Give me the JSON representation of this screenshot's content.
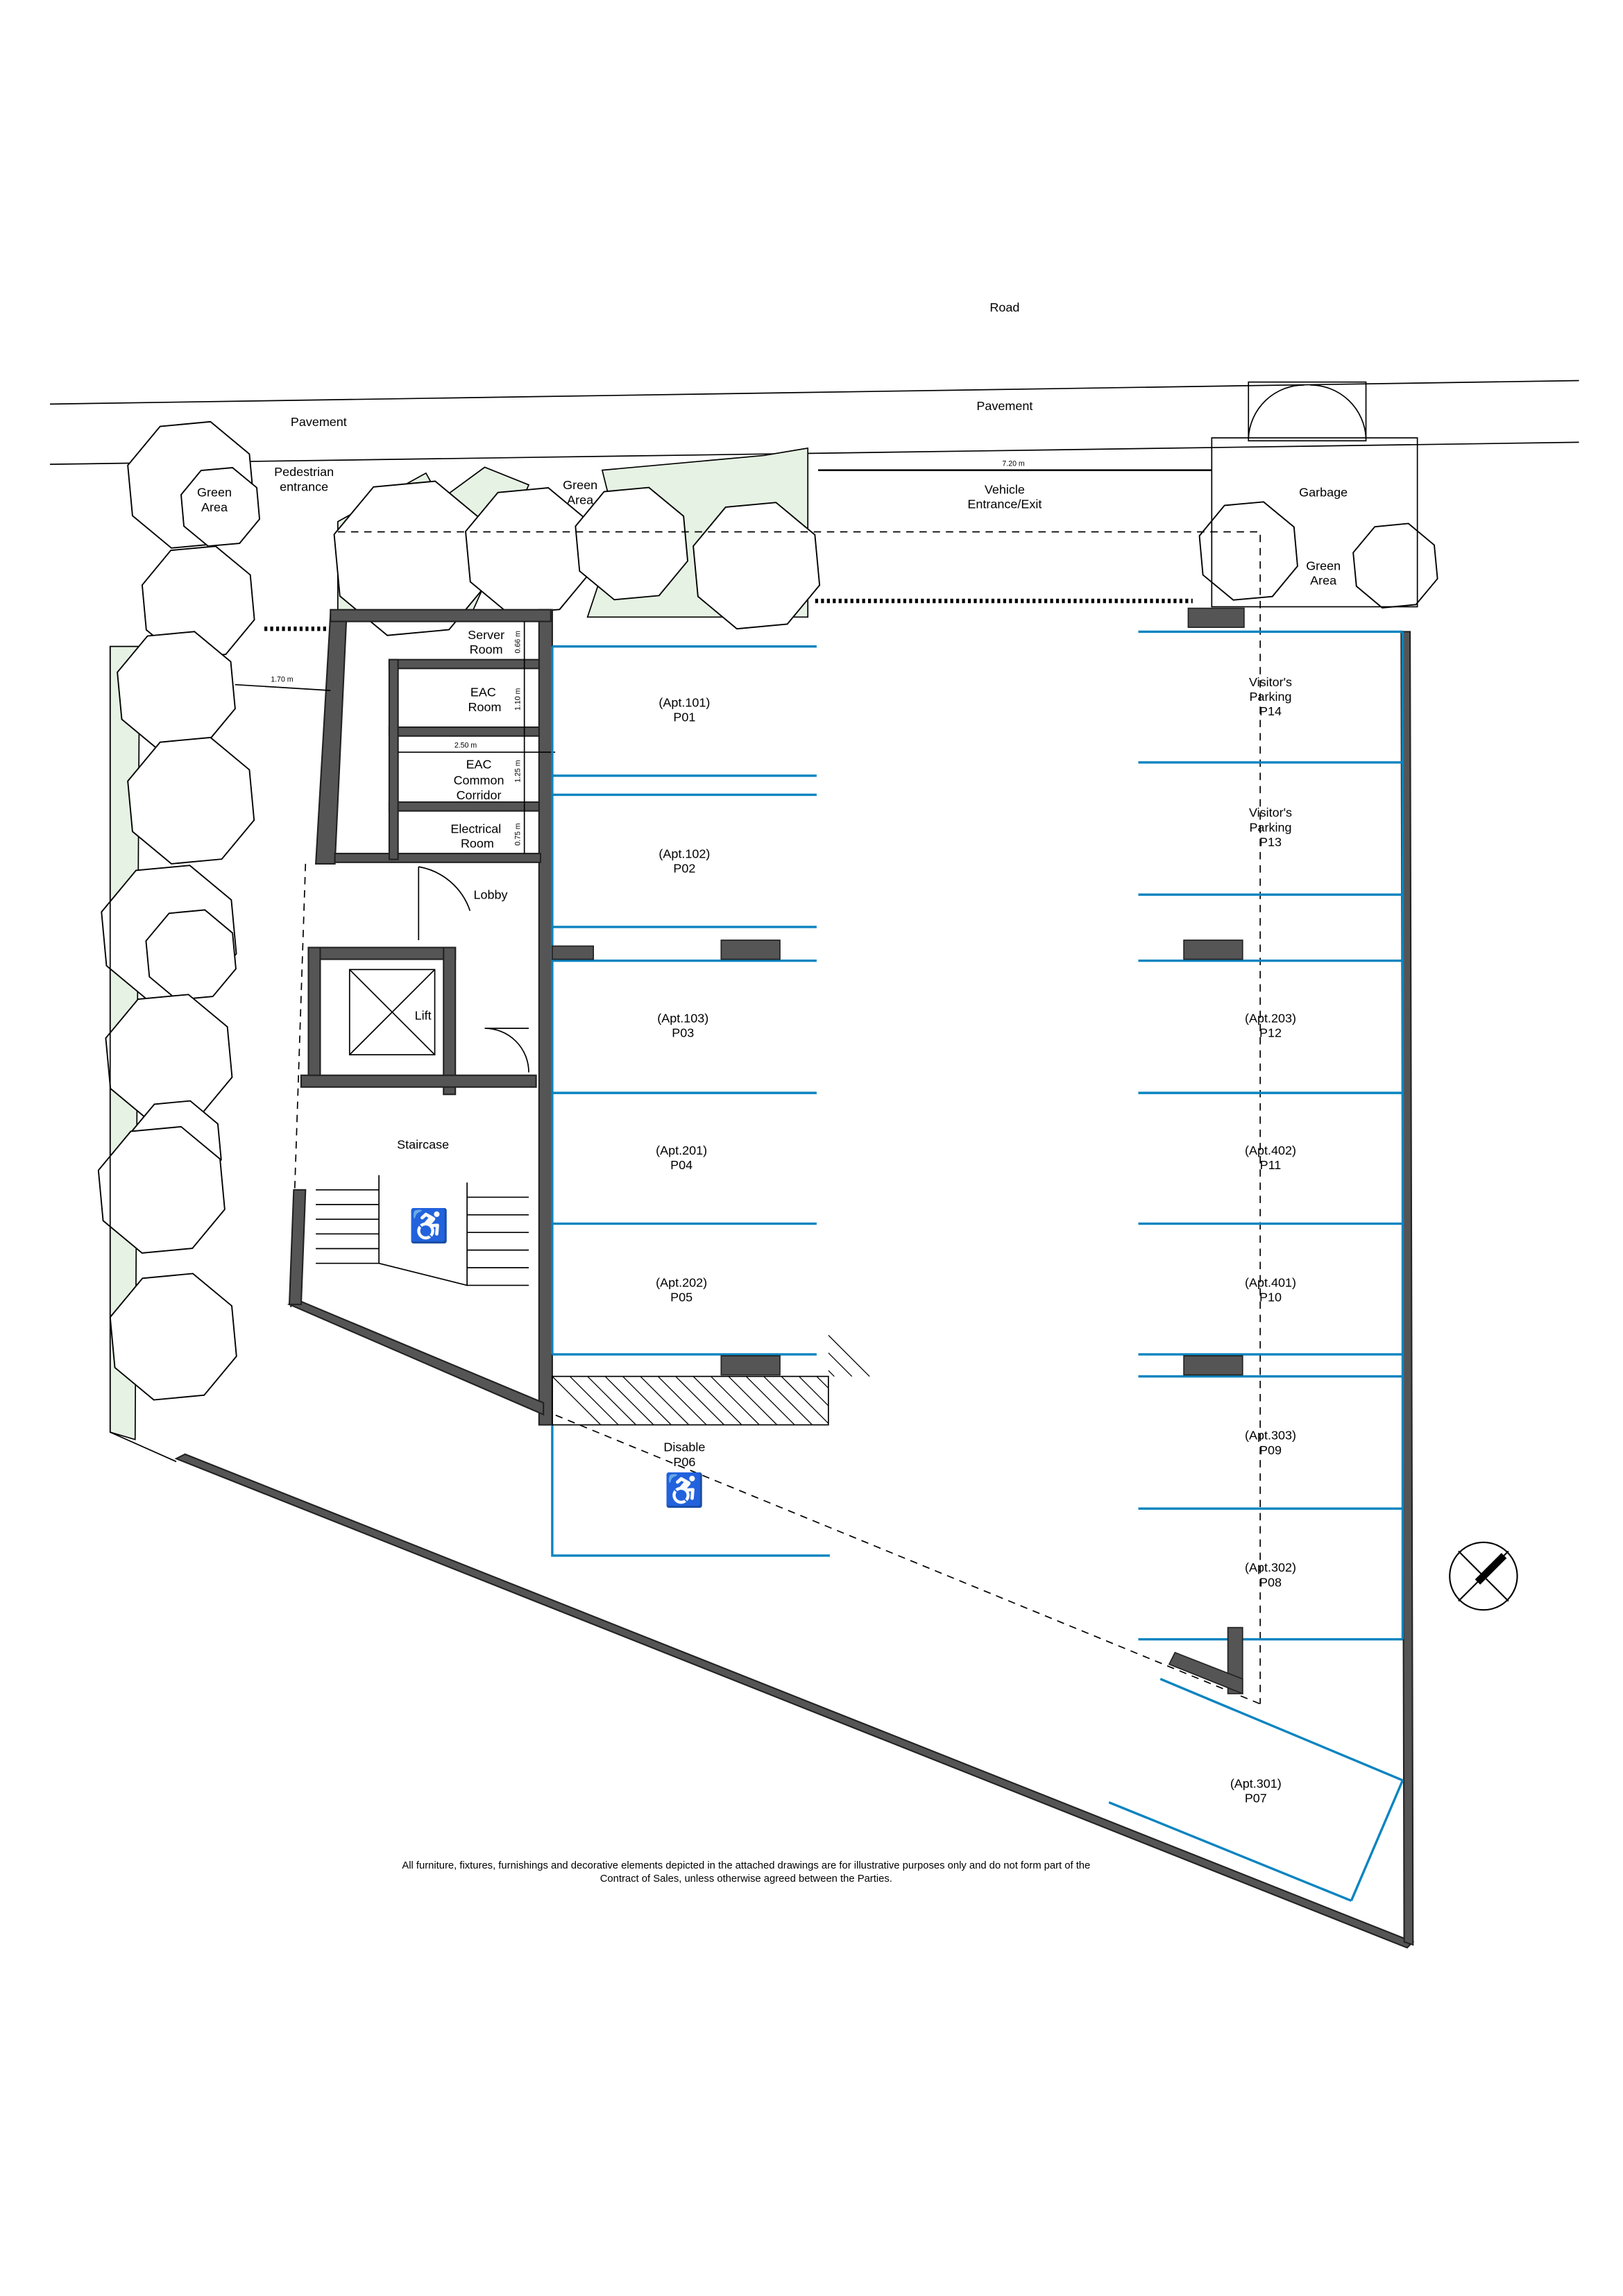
{
  "site": {
    "road": "Road",
    "pavement_main": "Pavement",
    "pavement_left": "Pavement",
    "green_area_left": [
      "Green",
      "Area"
    ],
    "pedestrian_entrance": [
      "Pedestrian",
      "entrance"
    ],
    "green_area_front": [
      "Green",
      "Area"
    ],
    "vehicle_entrance": [
      "Vehicle",
      "Entrance/Exit"
    ],
    "vehicle_entrance_width": "7.20 m",
    "garbage": "Garbage",
    "green_area_right": [
      "Green",
      "Area"
    ],
    "side_clearance": "1.70 m"
  },
  "rooms": {
    "server_room": {
      "lines": [
        "Server",
        "Room"
      ],
      "dim": "0.66 m"
    },
    "eac_room": {
      "lines": [
        "EAC",
        "Room"
      ],
      "dim": "1.10 m"
    },
    "eac_corridor": {
      "lines": [
        "EAC",
        "Common",
        "Corridor"
      ],
      "dim": "1.25 m",
      "width": "2.50 m"
    },
    "electrical_room": {
      "lines": [
        "Electrical",
        "Room"
      ],
      "dim": "0.75 m"
    },
    "lobby": "Lobby",
    "lift": "Lift",
    "staircase": "Staircase"
  },
  "parking": {
    "left": [
      {
        "apt": "(Apt.101)",
        "id": "P01"
      },
      {
        "apt": "(Apt.102)",
        "id": "P02"
      },
      {
        "apt": "(Apt.103)",
        "id": "P03"
      },
      {
        "apt": "(Apt.201)",
        "id": "P04"
      },
      {
        "apt": "(Apt.202)",
        "id": "P05"
      },
      {
        "apt": "Disable",
        "id": "P06"
      }
    ],
    "right": [
      {
        "apt": "Visitor's Parking",
        "lines": [
          "Visitor's",
          "Parking"
        ],
        "id": "P14"
      },
      {
        "apt": "Visitor's Parking",
        "lines": [
          "Visitor's",
          "Parking"
        ],
        "id": "P13"
      },
      {
        "apt": "(Apt.203)",
        "id": "P12"
      },
      {
        "apt": "(Apt.402)",
        "id": "P11"
      },
      {
        "apt": "(Apt.401)",
        "id": "P10"
      },
      {
        "apt": "(Apt.303)",
        "id": "P09"
      },
      {
        "apt": "(Apt.302)",
        "id": "P08"
      },
      {
        "apt": "(Apt.301)",
        "id": "P07"
      }
    ],
    "bay_color": "#0a84c0"
  },
  "icons": {
    "accessible": "wheelchair-icon",
    "north": "north-arrow-icon"
  },
  "disclaimer": [
    "All furniture, fixtures, furnishings and decorative elements depicted in the attached drawings are for illustrative purposes only and do not form part of the",
    "Contract of Sales, unless otherwise agreed between the Parties."
  ]
}
